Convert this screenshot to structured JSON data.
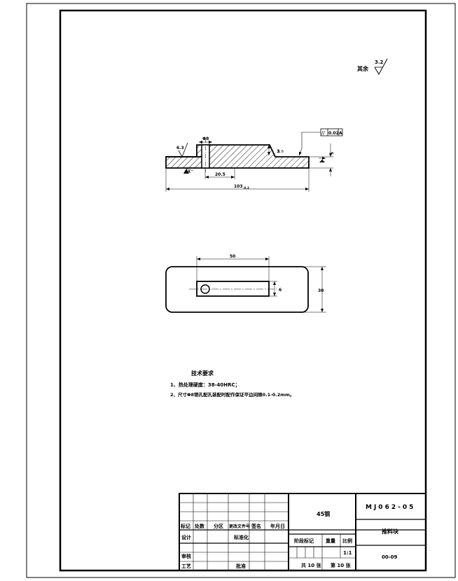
{
  "drawing": {
    "surface_note": {
      "label": "其余",
      "roughness": "3.2"
    },
    "front_view": {
      "parallelism_tolerance": {
        "symbol": "//",
        "value": "0.02",
        "datum": "A"
      },
      "roughness_left": "6.3",
      "roughness_slot": "1.6",
      "datum_label": "A",
      "dim_hole": "Φ8",
      "dim_slot_depth": "3",
      "dim_height": "5",
      "dim_offset": "20.5",
      "dim_length": "103",
      "dim_length_tol": "-0.3"
    },
    "top_view": {
      "dim_slot_length": "50",
      "dim_slot_width": "6",
      "dim_width": "30"
    },
    "technical_requirements": {
      "title": "技术要求",
      "items": [
        "1、热处理硬度：38-40HRC；",
        "2、尺寸Φ8销孔配孔装配时配作保证平边间隙0.1-0.2mm。"
      ]
    }
  },
  "title_block": {
    "material": "45钢",
    "drawing_number": "MJ062-05",
    "part_name": "推料块",
    "revision_headers": [
      "标记",
      "处数",
      "分区",
      "更改文件号",
      "签名",
      "年月日"
    ],
    "row_labels": {
      "design": "设计",
      "standardize": "标准化",
      "check": "审核",
      "process": "工艺",
      "approve": "批准"
    },
    "stage_mark": "阶段标记",
    "weight": "重量",
    "scale_label": "比例",
    "scale": "1:1",
    "sheets_total": "共 10 张",
    "sheet_number": "第 10 张",
    "code": "00-09"
  }
}
